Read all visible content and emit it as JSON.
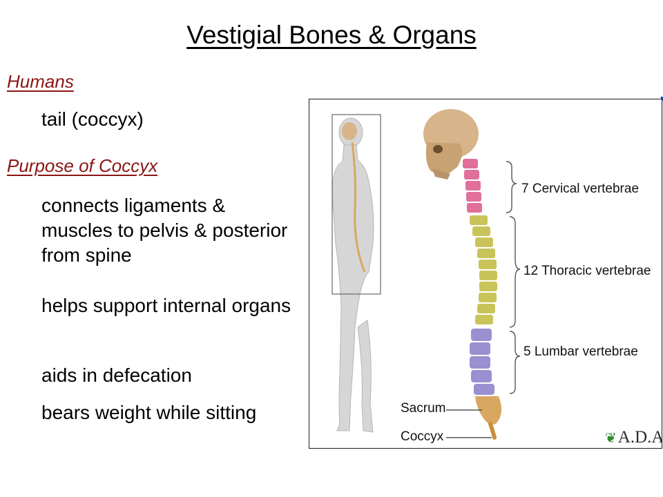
{
  "slide": {
    "title": "Vestigial Bones & Organs",
    "sections": [
      {
        "heading": "Humans",
        "items": [
          "tail (coccyx)"
        ]
      },
      {
        "heading": "Purpose of Coccyx",
        "items": [
          "connects ligaments & muscles to pelvis & posterior from spine",
          "helps support internal organs",
          "aids in defecation",
          "bears weight while sitting"
        ]
      }
    ]
  },
  "figure": {
    "labels": {
      "cervical": "7 Cervical vertebrae",
      "thoracic": "12 Thoracic vertebrae",
      "lumbar": "5 Lumbar vertebrae",
      "sacrum": "Sacrum",
      "coccyx": "Coccyx"
    },
    "logo": "A.D.A.M.",
    "colors": {
      "cervical": "#e0709a",
      "thoracic": "#c9c45a",
      "lumbar": "#9b8fd0",
      "sacrum": "#d9a860",
      "skull": "#d7b48a",
      "body": "#d3d3d3"
    }
  },
  "colors": {
    "heading": "#8b1414"
  }
}
